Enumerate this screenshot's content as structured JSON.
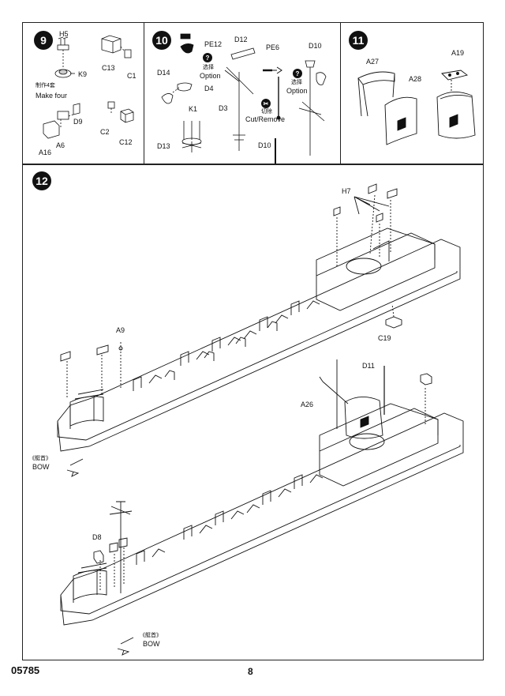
{
  "steps": {
    "s9": {
      "number": "9",
      "labels": {
        "h5": "H5",
        "k9": "K9",
        "c13": "C13",
        "c1": "C1",
        "d9": "D9",
        "a6": "A6",
        "a16": "A16",
        "c2": "C2",
        "c12": "C12"
      },
      "note_cn": "制作4套",
      "note_en": "Make four"
    },
    "s10": {
      "number": "10",
      "labels": {
        "pe12": "PE12",
        "d12": "D12",
        "pe6": "PE6",
        "d10_top": "D10",
        "d14": "D14",
        "d4": "D4",
        "k1": "K1",
        "d3": "D3",
        "d13": "D13",
        "d10_bottom": "D10"
      },
      "option_cn_1": "选择",
      "option_en_1": "Option",
      "option_cn_2": "选择",
      "option_en_2": "Option",
      "cut_cn": "切除",
      "cut_en": "Cut/Remove"
    },
    "s11": {
      "number": "11",
      "labels": {
        "a27": "A27",
        "a19": "A19",
        "a28": "A28"
      }
    },
    "s12": {
      "number": "12",
      "labels": {
        "h7": "H7",
        "a9": "A9",
        "c19": "C19",
        "d11": "D11",
        "a26": "A26",
        "d8": "D8"
      },
      "bow_cn_1": "《艇首》",
      "bow_en_1": "BOW",
      "bow_cn_2": "《艇首》",
      "bow_en_2": "BOW"
    }
  },
  "footer": {
    "code": "05785",
    "page": "8"
  }
}
